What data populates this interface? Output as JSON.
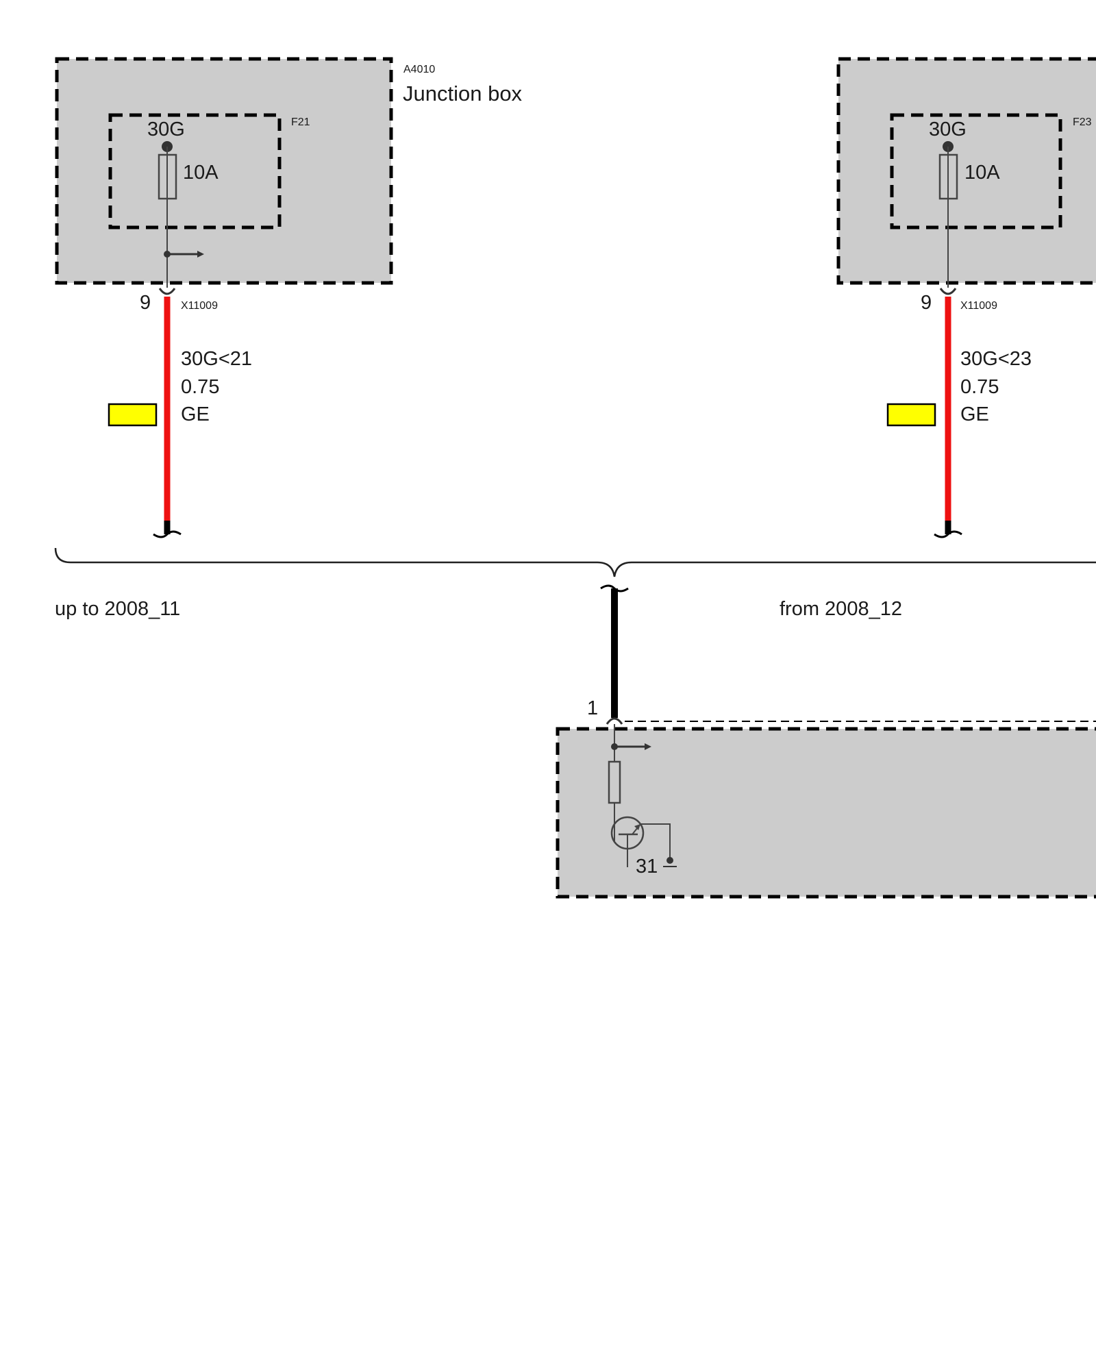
{
  "left_unit": {
    "component_id": "A4010",
    "component_name": "Junction box",
    "fuse_id": "F21",
    "terminal_label": "30G",
    "fuse_rating": "10A",
    "pin_number": "9",
    "connector_id": "X11009",
    "wire_label_1": "30G<21",
    "wire_label_2": "0.75",
    "wire_label_3": "GE"
  },
  "right_unit": {
    "fuse_id": "F23",
    "terminal_label": "30G",
    "fuse_rating": "10A",
    "pin_number": "9",
    "connector_id": "X11009",
    "wire_label_1": "30G<23",
    "wire_label_2": "0.75",
    "wire_label_3": "GE"
  },
  "variants": {
    "left_label": "up to 2008_11",
    "right_label": "from 2008_12"
  },
  "bottom_unit": {
    "pin_number": "1",
    "ground_label": "31"
  },
  "colors": {
    "box_fill": "#cccccc",
    "wire_red": "#ee1111",
    "wire_yellow_swatch": "#ffff00",
    "line_dark": "#333333"
  }
}
